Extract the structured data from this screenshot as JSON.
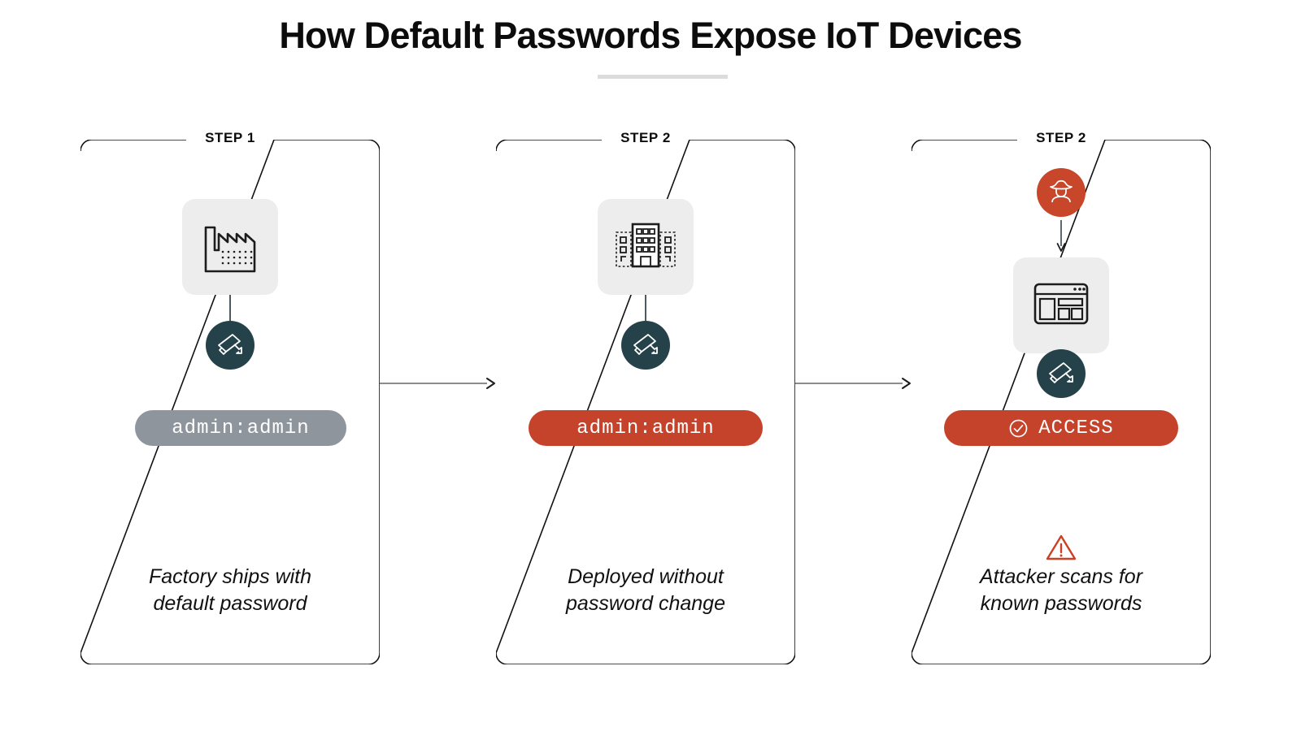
{
  "header": {
    "title": "How Default Passwords Expose IoT Devices"
  },
  "colors": {
    "accent_red": "#c4432a",
    "attacker_red": "#c8472b",
    "device_teal": "#25414a",
    "pill_gray": "#8e959c",
    "tile_gray": "#ededed",
    "rule_gray": "#dcdcdc",
    "arrow_gray": "#8b8b8b"
  },
  "panels": [
    {
      "step_label": "STEP 1",
      "tile_icon": "factory-icon",
      "device_icon": "security-camera-icon",
      "pill_text": "admin:admin",
      "pill_style": "gray",
      "caption_line1": "Factory ships with",
      "caption_line2": "default password"
    },
    {
      "step_label": "STEP 2",
      "tile_icon": "office-building-icon",
      "device_icon": "security-camera-icon",
      "pill_text": "admin:admin",
      "pill_style": "red",
      "caption_line1": "Deployed without",
      "caption_line2": "password change"
    },
    {
      "step_label": "STEP 2",
      "attacker_icon": "attacker-hacker-icon",
      "tile_icon": "browser-window-icon",
      "device_icon": "security-camera-icon",
      "pill_text": "ACCESS",
      "pill_icon": "check-circle-icon",
      "pill_style": "red",
      "warning_icon": "warning-triangle-icon",
      "caption_line1": "Attacker scans for",
      "caption_line2": "known passwords"
    }
  ],
  "flow": {
    "arrow_1_2": "arrow-right-icon",
    "arrow_2_3": "arrow-right-icon"
  }
}
